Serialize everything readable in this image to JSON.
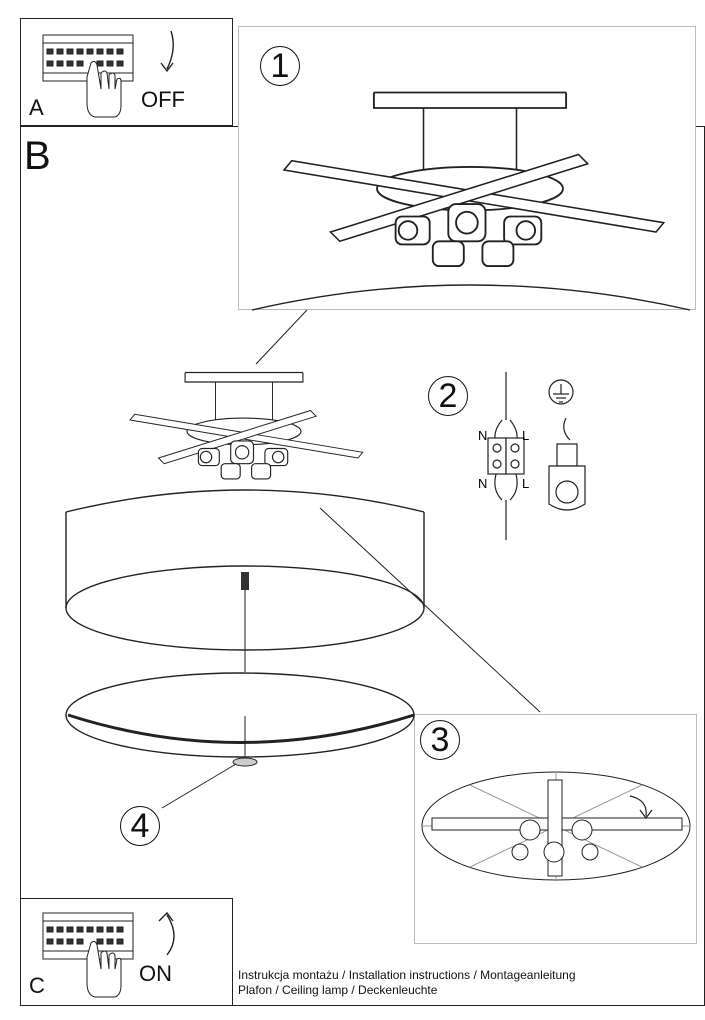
{
  "panels": {
    "a": {
      "letter": "A",
      "action": "OFF"
    },
    "b": {
      "letter": "B"
    },
    "c": {
      "letter": "C",
      "action": "ON"
    }
  },
  "steps": [
    "1",
    "2",
    "3",
    "4"
  ],
  "wiring": {
    "neutral": "N",
    "live": "L"
  },
  "footer": {
    "line1": "Instrukcja montażu / Installation instructions / Montageanleitung",
    "line2": "Plafon / Ceiling lamp / Deckenleuchte"
  }
}
